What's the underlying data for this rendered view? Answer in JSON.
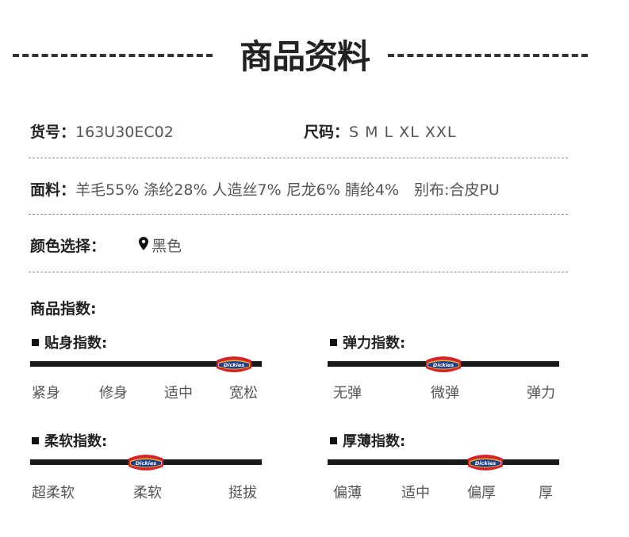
{
  "header": {
    "title": "商品资料"
  },
  "info": {
    "sku_label": "货号：",
    "sku_value": "163U30EC02",
    "size_label": "尺码：",
    "size_value": "S M L XL XXL",
    "fabric_label": "面料：",
    "fabric_value": "羊毛55% 涤纶28% 人造丝7% 尼龙6% 腈纶4%　别布:合皮PU",
    "color_label": "颜色选择：",
    "color_icon": "location-pin-icon",
    "color_value": "黑色"
  },
  "indices": {
    "heading": "商品指数:",
    "brand_marker": "Dickies",
    "fit": {
      "title": "贴身指数:",
      "labels": [
        "紧身",
        "修身",
        "适中",
        "宽松"
      ],
      "level": 0.88
    },
    "elastic": {
      "title": "弹力指数:",
      "labels": [
        "无弹",
        "微弹",
        "弹力"
      ],
      "level": 0.5
    },
    "soft": {
      "title": "柔软指数:",
      "labels": [
        "超柔软",
        "柔软",
        "挺拔"
      ],
      "level": 0.5
    },
    "thick": {
      "title": "厚薄指数:",
      "labels": [
        "偏薄",
        "适中",
        "偏厚",
        "厚"
      ],
      "level": 0.68
    }
  },
  "colors": {
    "bar": "#1a1a1a",
    "marker_red": "#d4252b",
    "marker_navy": "#1f3f8a",
    "marker_gold": "#e8b530"
  }
}
